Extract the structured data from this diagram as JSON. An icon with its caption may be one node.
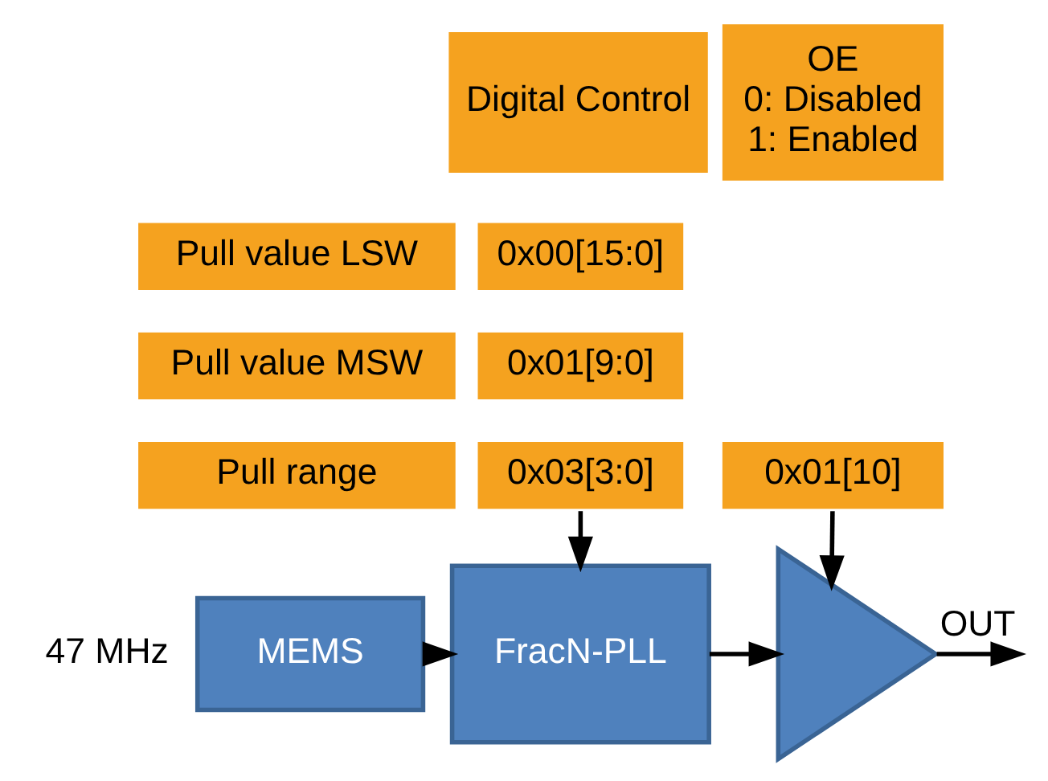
{
  "diagram": {
    "nodes": [
      {
        "text": [
          "Digital Control"
        ]
      },
      {
        "text": [
          "Pull value LSW"
        ]
      },
      {
        "text": [
          "0x00[15:0]"
        ]
      },
      {
        "text": [
          "Pull value MSW"
        ]
      },
      {
        "text": [
          "0x01[9:0]"
        ]
      },
      {
        "text": [
          "Pull range"
        ]
      },
      {
        "text": [
          "0x03[3:0]"
        ]
      },
      {
        "text": [
          "OE",
          "0: Disabled",
          "1: Enabled"
        ]
      },
      {
        "text": [
          "0x01[10]"
        ]
      },
      {
        "text": [
          "MEMS"
        ],
        "beside": [
          "47 MHz"
        ]
      },
      {
        "text": [
          "FracN-PLL"
        ]
      },
      {
        "text": [],
        "shape": "triangle"
      }
    ],
    "edges": [
      {
        "from": 6,
        "to": 10,
        "arrow": "to"
      },
      {
        "from": 8,
        "to": 11,
        "arrow": "to"
      },
      {
        "from": 9,
        "to": 10,
        "arrow": "to"
      },
      {
        "from": 10,
        "to": 11,
        "arrow": "to"
      },
      {
        "from": 11,
        "to": null,
        "arrow": "to",
        "label": "OUT"
      }
    ]
  }
}
